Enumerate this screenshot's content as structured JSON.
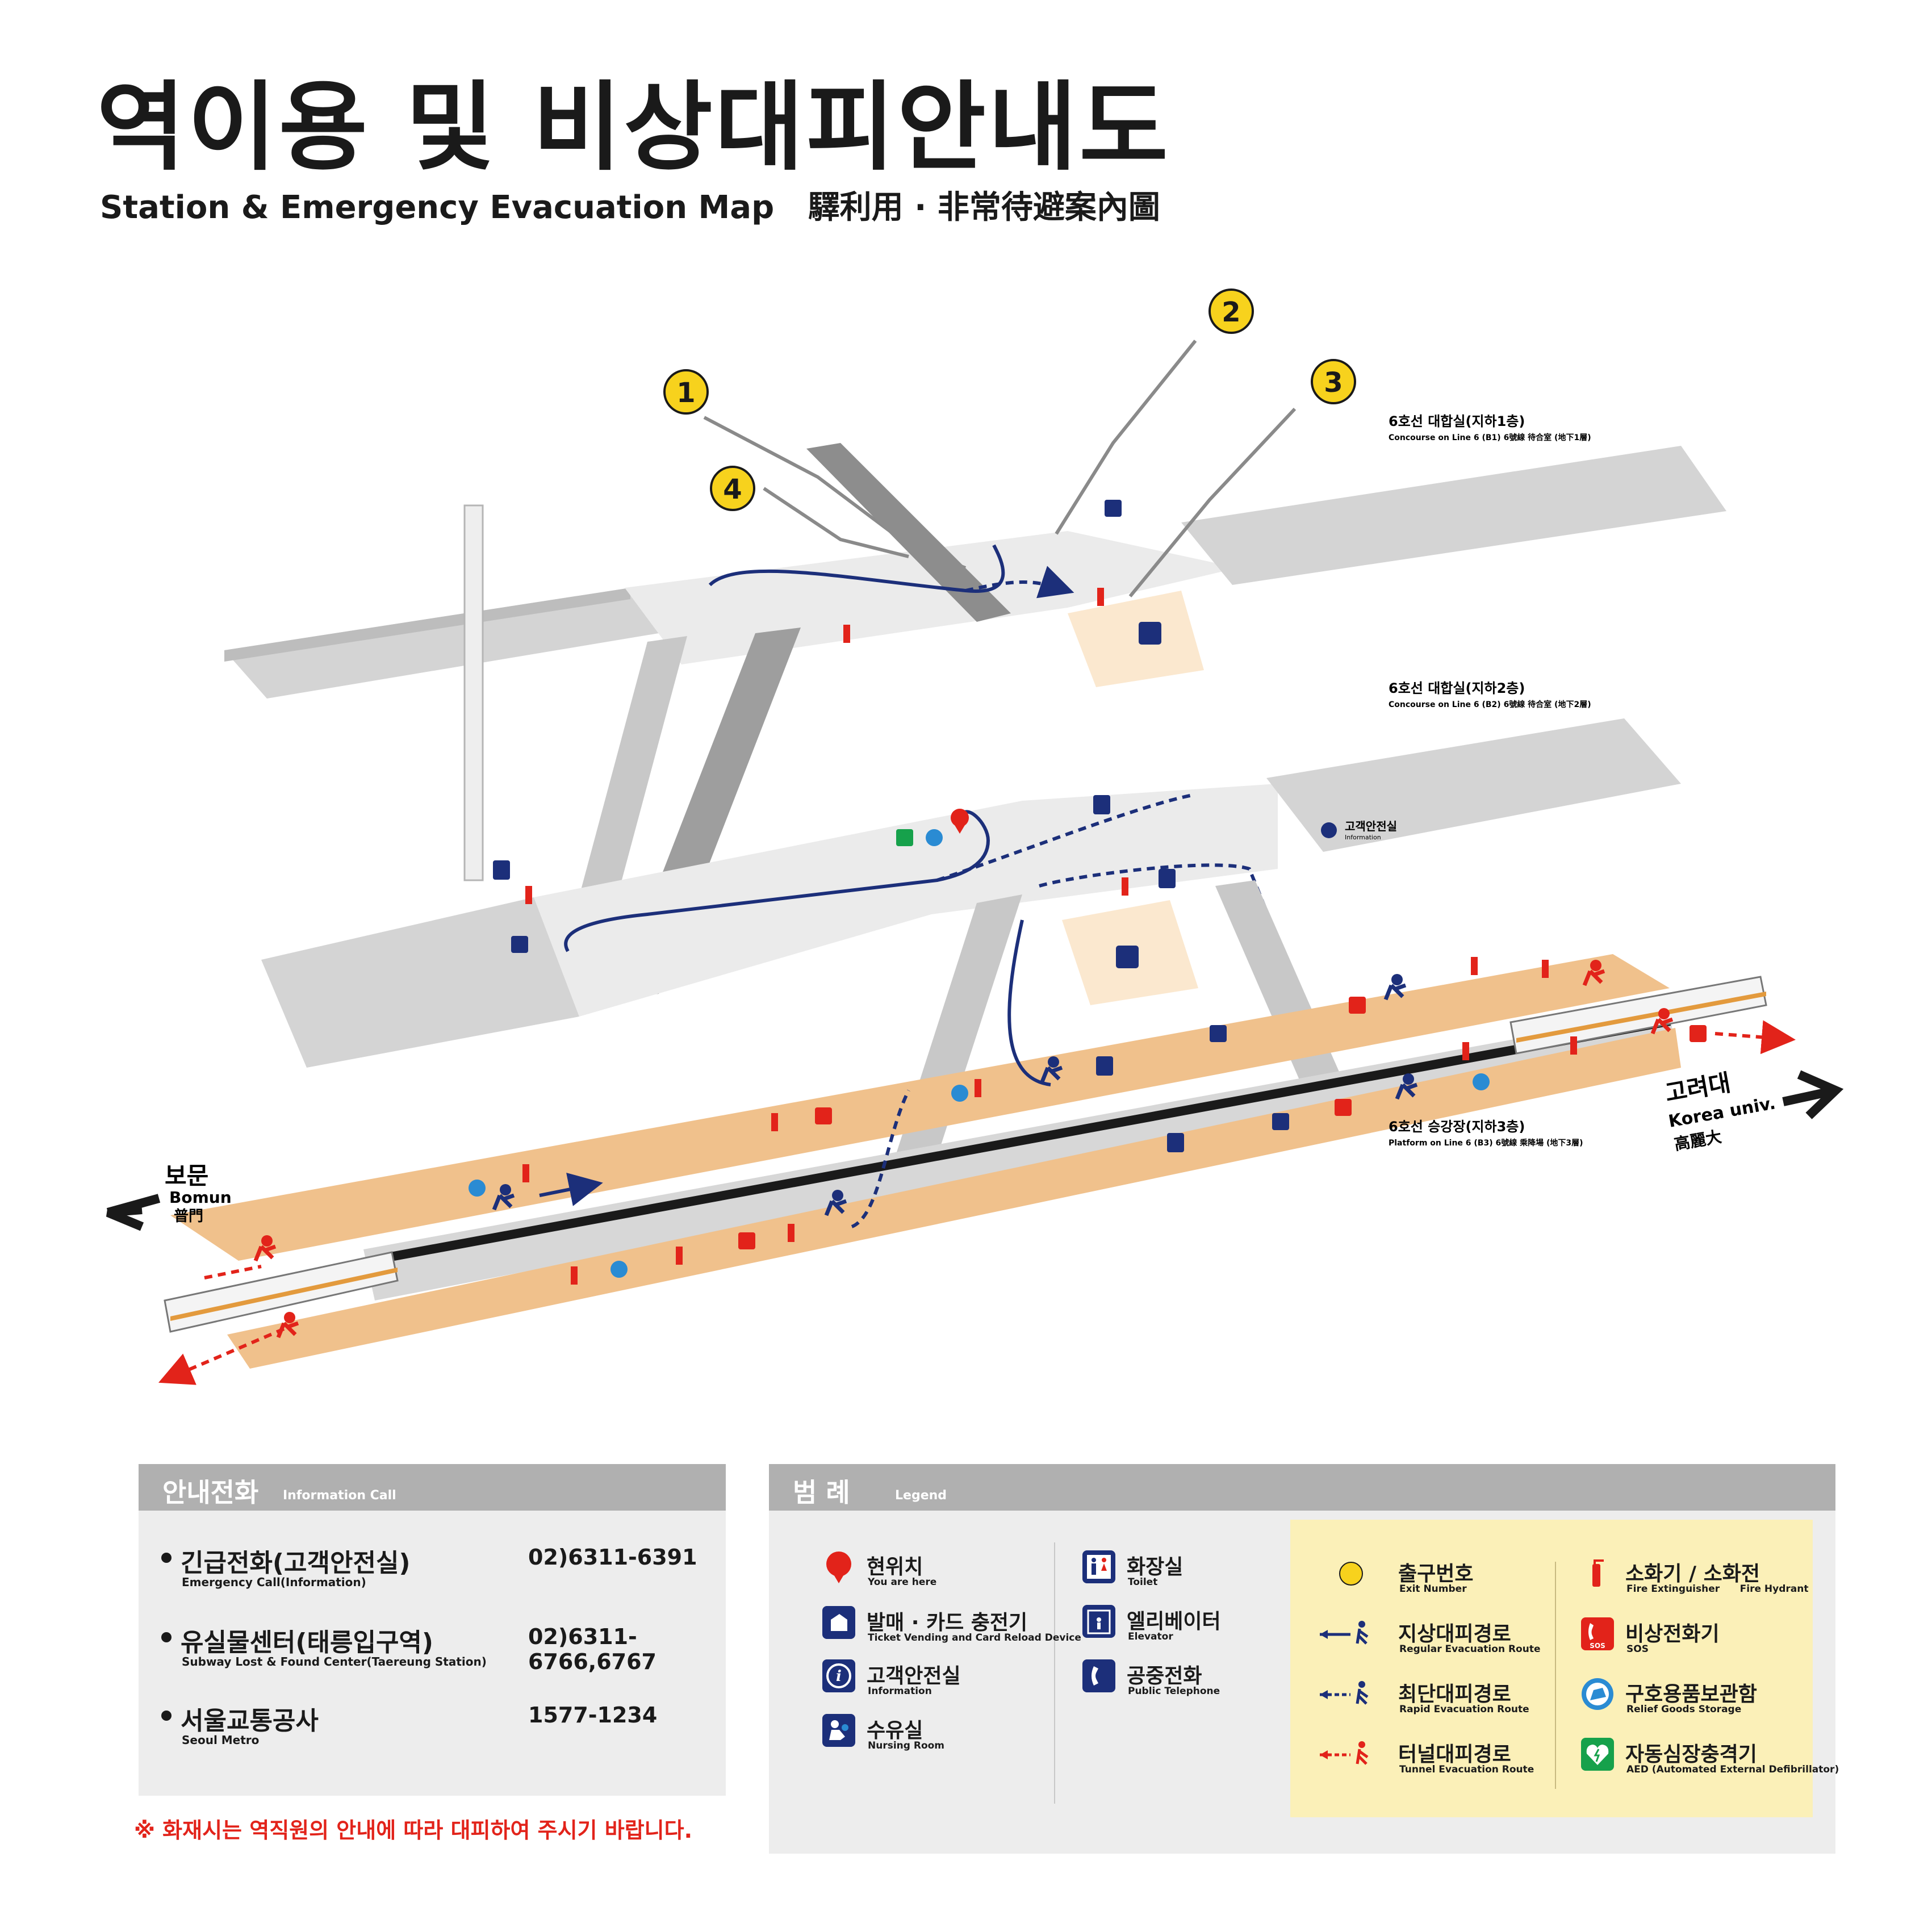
{
  "title": {
    "korean": "역이용 및 비상대피안내도",
    "english": "Station & Emergency Evacuation Map",
    "hanja": "驛利用 · 非常待避案內圖"
  },
  "exits": [
    "1",
    "2",
    "3",
    "4"
  ],
  "levels": {
    "b1": {
      "label": "6호선 대합실(지하1층)",
      "sub": "Concourse on Line 6 (B1)  6號線 待合室 (地下1層)"
    },
    "b2": {
      "label": "6호선 대합실(지하2층)",
      "sub": "Concourse on Line 6 (B2)  6號線 待合室 (地下2層)"
    },
    "b3": {
      "label": "6호선 승강장(지하3층)",
      "sub": "Platform on Line 6 (B3)  6號線 乘降場 (地下3層)"
    }
  },
  "map_labels": {
    "info_room": "고객안전실",
    "info_room_en": "Information"
  },
  "directions": {
    "left": {
      "ko": "보문",
      "en": "Bomun",
      "hanja": "普門"
    },
    "right": {
      "ko": "고려대",
      "en": "Korea univ.",
      "hanja": "高麗大"
    }
  },
  "info_call": {
    "heading": "안내전화",
    "heading_en": "Information Call",
    "items": [
      {
        "label": "긴급전화(고객안전실)",
        "sub": "Emergency Call(Information)",
        "number": "02)6311-6391"
      },
      {
        "label": "유실물센터(태릉입구역)",
        "sub": "Subway Lost & Found Center(Taereung Station)",
        "number": "02)6311-6766,6767"
      },
      {
        "label": "서울교통공사",
        "sub": "Seoul Metro",
        "number": "1577-1234"
      }
    ]
  },
  "notice": "※ 화재시는 역직원의 안내에 따라 대피하여 주시기 바랍니다.",
  "legend": {
    "heading": "범 례",
    "heading_en": "Legend",
    "col1": [
      {
        "icon": "you-are-here-pin-icon",
        "label": "현위치",
        "sub": "You are here"
      },
      {
        "icon": "ticket-machine-icon",
        "label": "발매 · 카드 충전기",
        "sub": "Ticket Vending and Card Reload Device"
      },
      {
        "icon": "information-icon",
        "label": "고객안전실",
        "sub": "Information"
      },
      {
        "icon": "nursing-room-icon",
        "label": "수유실",
        "sub": "Nursing Room"
      }
    ],
    "col2": [
      {
        "icon": "toilet-icon",
        "label": "화장실",
        "sub": "Toilet"
      },
      {
        "icon": "elevator-icon",
        "label": "엘리베이터",
        "sub": "Elevator"
      },
      {
        "icon": "public-telephone-icon",
        "label": "공중전화",
        "sub": "Public Telephone"
      }
    ],
    "col3": [
      {
        "icon": "exit-number-icon",
        "label": "출구번호",
        "sub": "Exit Number"
      },
      {
        "icon": "regular-evacuation-route-icon",
        "label": "지상대피경로",
        "sub": "Regular Evacuation Route"
      },
      {
        "icon": "rapid-evacuation-route-icon",
        "label": "최단대피경로",
        "sub": "Rapid Evacuation Route"
      },
      {
        "icon": "tunnel-evacuation-route-icon",
        "label": "터널대피경로",
        "sub": "Tunnel Evacuation Route"
      }
    ],
    "col4": [
      {
        "icon": "fire-extinguisher-icon",
        "label": "소화기 / 소화전",
        "sub": "Fire Extinguisher      Fire Hydrant"
      },
      {
        "icon": "sos-phone-icon",
        "label": "비상전화기",
        "sub": "SOS"
      },
      {
        "icon": "relief-goods-storage-icon",
        "label": "구호용품보관함",
        "sub": "Relief Goods Storage"
      },
      {
        "icon": "aed-icon",
        "label": "자동심장충격기",
        "sub": "AED (Automated External Defibrillator)"
      }
    ]
  },
  "colors": {
    "navy": "#1c2f7a",
    "red": "#e2231a",
    "platform": "#f0c18c",
    "floor": "#dedede",
    "exit_yellow": "#f7d21d",
    "legend_yellow_bg": "#fbf0b8"
  }
}
